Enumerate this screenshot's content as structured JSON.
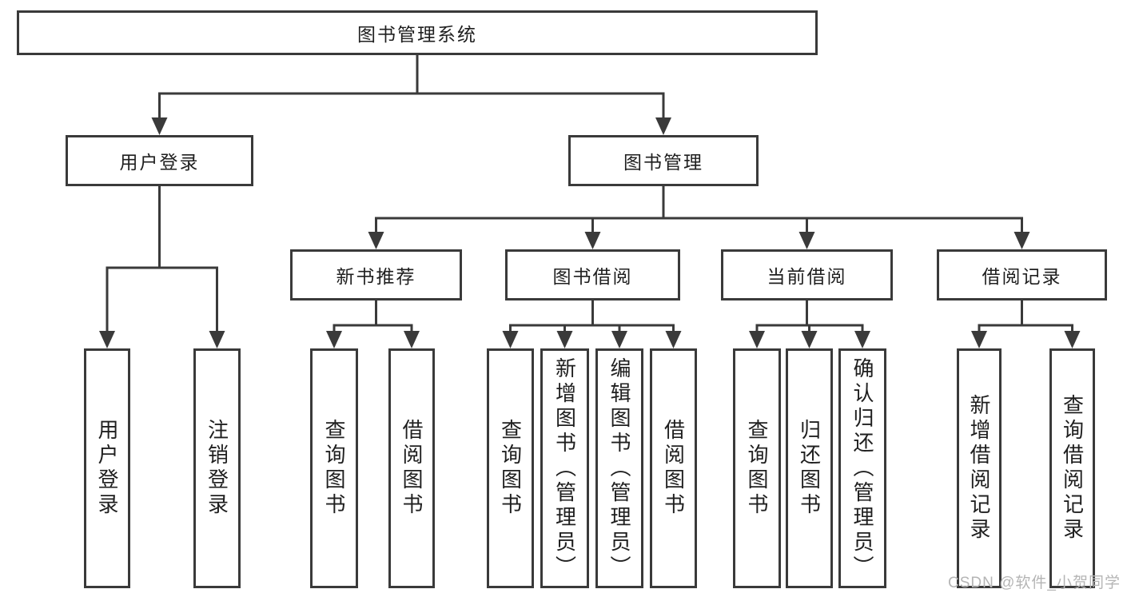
{
  "diagram": {
    "root": "图书管理系统",
    "level2": [
      {
        "label": "用户登录",
        "children": [
          "用户登录",
          "注销登录"
        ]
      },
      {
        "label": "图书管理",
        "groups": [
          {
            "label": "新书推荐",
            "children": [
              "查询图书",
              "借阅图书"
            ]
          },
          {
            "label": "图书借阅",
            "children": [
              "查询图书",
              "新增图书（管理员）",
              "编辑图书（管理员）",
              "借阅图书"
            ]
          },
          {
            "label": "当前借阅",
            "children": [
              "查询图书",
              "归还图书",
              "确认归还（管理员）"
            ]
          },
          {
            "label": "借阅记录",
            "children": [
              "新增借阅记录",
              "查询借阅记录"
            ]
          }
        ]
      }
    ]
  },
  "watermark": "CSDN @软件_小贺同学",
  "colors": {
    "line": "#3a3a3a",
    "border": "#3a3a3a",
    "text": "#1f1f1f",
    "watermark": "#b5b5b5",
    "background": "#ffffff"
  }
}
